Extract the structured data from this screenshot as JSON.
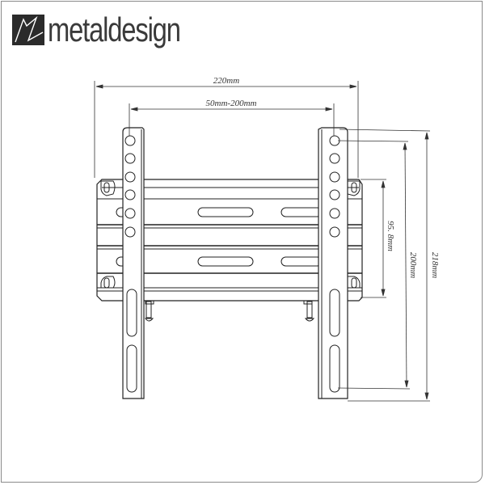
{
  "brand": {
    "name": "metaldesign",
    "logo_icon": "metaldesign-logo-icon"
  },
  "drawing": {
    "subject": "TV wall mount bracket (front view)",
    "dimensions": {
      "overall_width": "220mm",
      "vesa_horizontal": "50mm-200mm",
      "wall_plate_height": "95. 8mm",
      "vesa_vertical": "200mm",
      "overall_height": "218mm"
    }
  },
  "colors": {
    "line": "#222222",
    "frame": "#8a8a8a",
    "logo": "#2b2b2b"
  }
}
